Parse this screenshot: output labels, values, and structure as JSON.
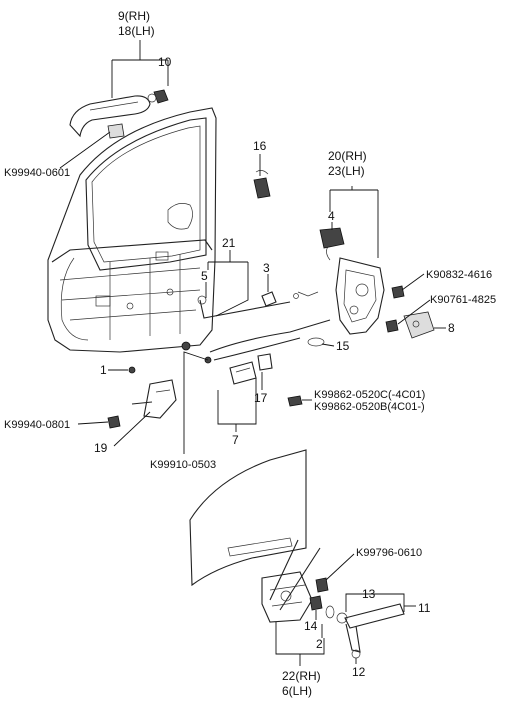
{
  "labels": {
    "p9rh": "9(RH)",
    "p18lh": "18(LH)",
    "p10": "10",
    "k99940_top": "K99940-0601",
    "p16": "16",
    "p20rh": "20(RH)",
    "p23lh": "23(LH)",
    "p4": "4",
    "p21": "21",
    "p5": "5",
    "p3": "3",
    "k90832": "K90832-4616",
    "k90761": "K90761-4825",
    "p8": "8",
    "p15": "15",
    "p1": "1",
    "k99940_mid": "K99940-0801",
    "p19": "19",
    "k99862c": "K99862-0520C(-4C01)",
    "k99862b": "K99862-0520B(4C01-)",
    "p17": "17",
    "p7": "7",
    "k99910": "K99910-0503",
    "k99796": "K99796-0610",
    "p13": "13",
    "p11": "11",
    "p14": "14",
    "p2": "2",
    "p12": "12",
    "p22rh": "22(RH)",
    "p6lh": "6(LH)"
  }
}
